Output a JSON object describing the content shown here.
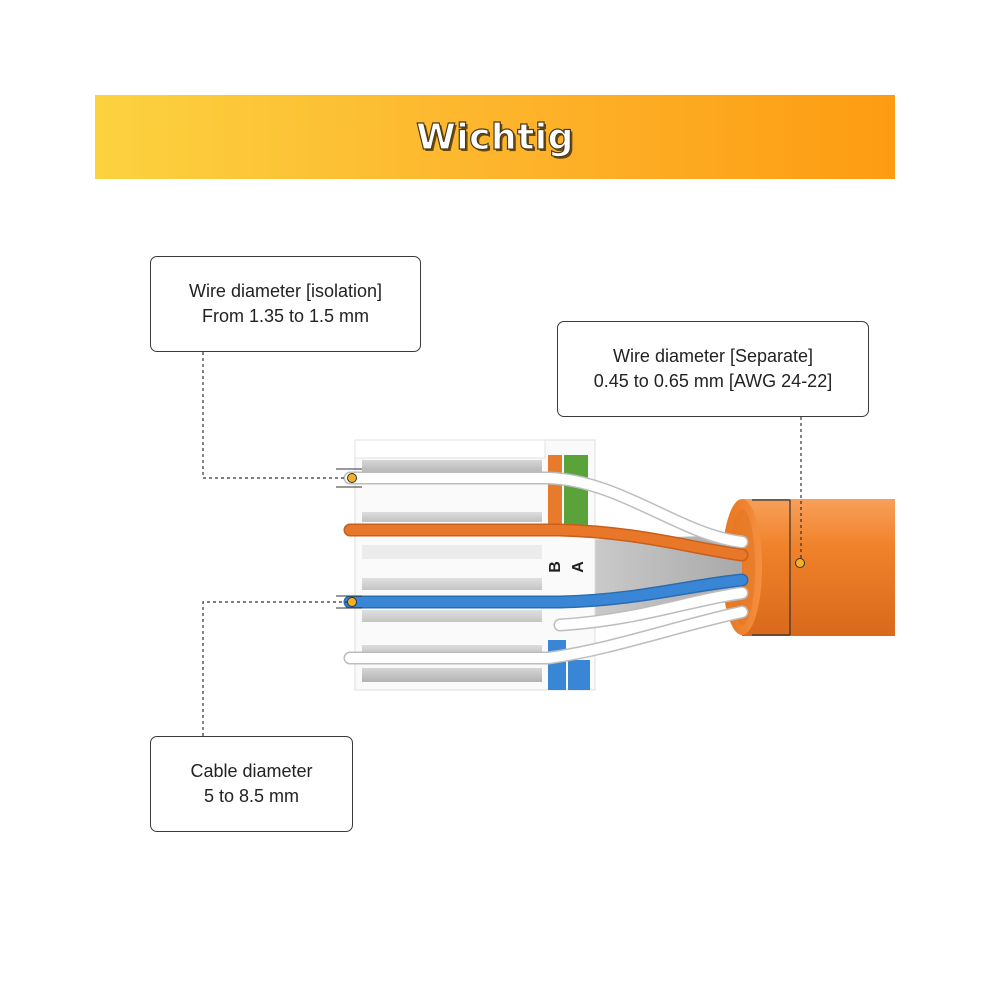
{
  "banner": {
    "title": "Wichtig"
  },
  "callouts": {
    "isolation": {
      "line1": "Wire diameter [isolation]",
      "line2": "From 1.35 to 1.5 mm"
    },
    "separate": {
      "line1": "Wire diameter [Separate]",
      "line2": "0.45 to 0.65 mm [AWG 24-22]"
    },
    "cable": {
      "line1": "Cable diameter",
      "line2": "5 to 8.5 mm"
    }
  },
  "connector_labels": {
    "b": "B",
    "a": "A"
  },
  "colors": {
    "banner_start": "#fcd23f",
    "banner_end": "#fd9c12",
    "cable_jacket": "#f0822a",
    "wire_orange": "#e8772a",
    "wire_blue": "#3a86d6",
    "wire_white": "#ffffff",
    "marker_dot": "#f3b125",
    "leader_line": "#333333"
  }
}
